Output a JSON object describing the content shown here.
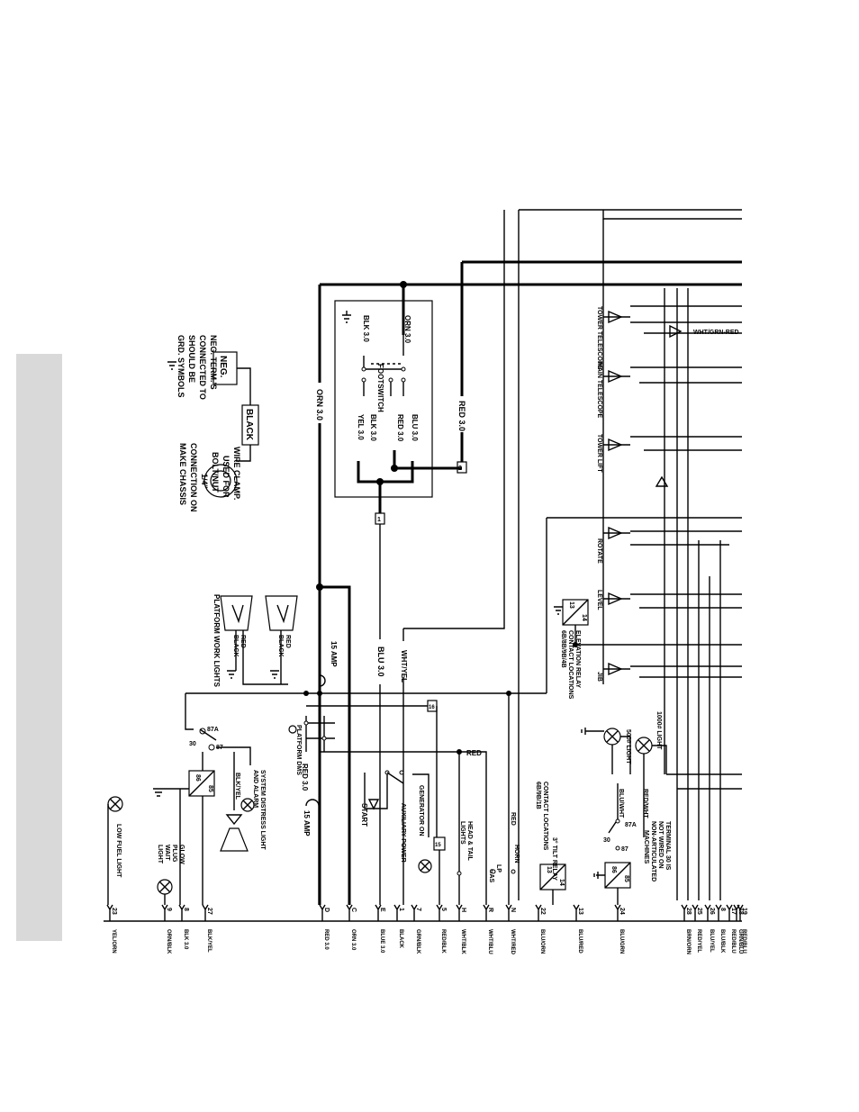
{
  "ground_note": {
    "lines": [
      "GRD. SYMBOLS",
      "SHOULD BE",
      "CONNECTED TO",
      "NEG. TERM.'S"
    ]
  },
  "neg_terminal": {
    "label": "NEG."
  },
  "black_wire": {
    "label": "BLACK"
  },
  "chassis_note": {
    "lines": [
      "MAKE CHASSIS",
      "CONNECTION ON",
      "1/4\"",
      "BOLT/NUT",
      "USED FOR",
      "WIRE CLAMP."
    ]
  },
  "footswitch": {
    "title": "FOOTSWITCH",
    "wires_left": [
      "ORN 3.0",
      "BLK 3.0"
    ],
    "wires_right": [
      "BLU 3.0",
      "RED 3.0",
      "BLK 3.0",
      "YEL 3.0"
    ]
  },
  "wire_labels": {
    "orn_main": "ORN 3.0",
    "red_main": "RED 3.0",
    "blu_main": "BLU 3.0",
    "wht_yel": "WHT/YEL",
    "red_plat": "RED 3.0",
    "red": "RED",
    "blk_yel": "BLK/YEL",
    "blu_wht": "BLU/WHT",
    "red_wht": "RED/WHT",
    "red_horn": "RED",
    "wht_grn_red": "WHT/GRN-RED"
  },
  "fuses": {
    "left": "15 AMP",
    "right": "15 AMP"
  },
  "platform_lights": {
    "title": "PLATFORM WORK LIGHTS",
    "wires_a": [
      "RED",
      "BLACK"
    ],
    "wires_b": [
      "RED",
      "BLACK"
    ]
  },
  "platform_dms": "PLATFORM DMS",
  "relay_left": {
    "pins": [
      "87A",
      "30",
      "87",
      "86",
      "85"
    ]
  },
  "system_distress": {
    "lines": [
      "SYSTEM DISTRESS LIGHT",
      "AND ALARM"
    ]
  },
  "start_label": "START",
  "generator_label": {
    "lines": [
      "GENERATOR ON",
      "AUXILIARY POWER"
    ]
  },
  "head_tail": {
    "lines": [
      "HEAD & TAIL",
      "LIGHTS"
    ]
  },
  "lp_gas": {
    "lines": [
      "LP",
      "GAS"
    ]
  },
  "horn_label": "HORN",
  "contact_locations_b": {
    "lines": [
      "CONTACT LOCATIONS",
      "6B/9B/1B"
    ]
  },
  "tilt_relay": {
    "label": "3° TILT RELAY",
    "pins": [
      "13",
      "14"
    ]
  },
  "elevation_relay": {
    "lines": [
      "ELEVATION RELAY",
      "CONTACT LOCATIONS",
      "6B/8B/9B/4B"
    ],
    "pins": [
      "13",
      "14"
    ]
  },
  "lights_500": {
    "label": "500# LIGHT"
  },
  "lights_1000": {
    "label": "1000# LIGHT"
  },
  "relay_right": {
    "pins": [
      "87A",
      "30",
      "87",
      "86",
      "85"
    ]
  },
  "terminal_note": {
    "lines": [
      "TERMINAL 30 IS",
      "NOT WIRED ON",
      "NON-ARTICULATED",
      "MACHINES"
    ]
  },
  "functions": [
    "TOWER TELESCOPE",
    "MAIN TELESCOPE",
    "TOWER LIFT",
    "ROTATE",
    "LEVEL",
    "JIB"
  ],
  "low_fuel": "LOW FUEL LIGHT",
  "glow_plug": {
    "lines": [
      "GLOW",
      "PLUG",
      "WAIT",
      "LIGHT"
    ]
  },
  "terminals": [
    {
      "num": "23",
      "wire": "YEL/ORN"
    },
    {
      "num": "9",
      "wire": "ORN/BLK"
    },
    {
      "num": "8",
      "wire": "BLK 3.0"
    },
    {
      "num": "27",
      "wire": "BLK/YEL"
    },
    {
      "num": "D",
      "wire": "RED 3.0"
    },
    {
      "num": "C",
      "wire": "ORN 3.0"
    },
    {
      "num": "E",
      "wire": "BLUE 3.0"
    },
    {
      "num": "1",
      "wire": "BLACK"
    },
    {
      "num": "7",
      "wire": "GRN/BLK"
    },
    {
      "num": "5",
      "wire": "RED/BLK"
    },
    {
      "num": "H",
      "wire": "WHT/BLK"
    },
    {
      "num": "R",
      "wire": "WHT/BLU"
    },
    {
      "num": "N",
      "wire": "WHT/RED"
    },
    {
      "num": "22",
      "wire": "BLU/ORN"
    },
    {
      "num": "13",
      "wire": "BLU/RED"
    },
    {
      "num": "24",
      "wire": "BLU/GRN"
    },
    {
      "num": "28",
      "wire": "BRN/ORN"
    },
    {
      "num": "25",
      "wire": "RED/YEL"
    },
    {
      "num": "26",
      "wire": "BLU/YEL"
    },
    {
      "num": "8",
      "wire": "BLU/BLK"
    },
    {
      "num": "17",
      "wire": "RED/BLU"
    },
    {
      "num": "18",
      "wire": "GRN/BLU"
    },
    {
      "num": "19",
      "wire": "RED/BLU"
    }
  ]
}
